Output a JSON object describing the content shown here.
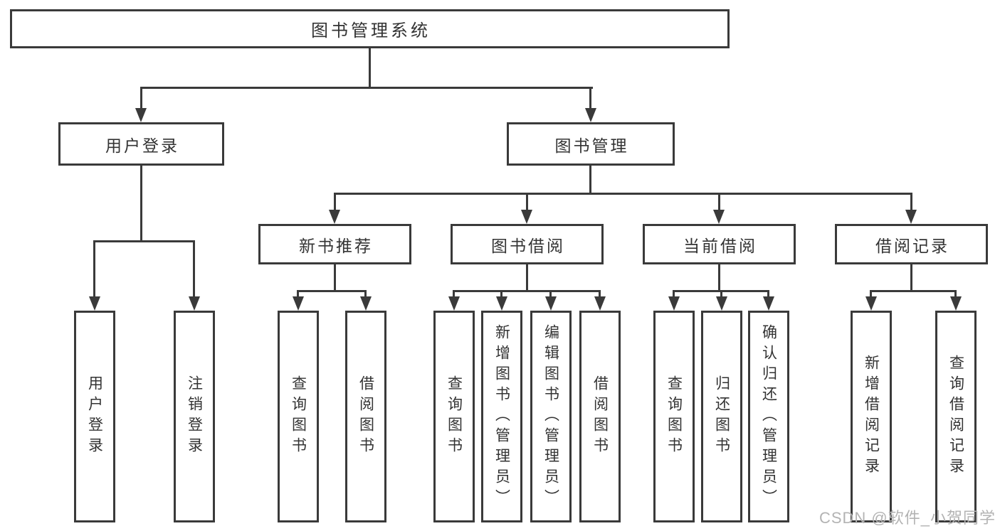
{
  "diagram": {
    "root": {
      "label": "图书管理系统"
    },
    "branches": [
      {
        "label": "用户登录",
        "children": [
          {
            "label": "用户登录"
          },
          {
            "label": "注销登录"
          }
        ]
      },
      {
        "label": "图书管理",
        "children": [
          {
            "label": "新书推荐",
            "children": [
              {
                "label": "查询图书"
              },
              {
                "label": "借阅图书"
              }
            ]
          },
          {
            "label": "图书借阅",
            "children": [
              {
                "label": "查询图书"
              },
              {
                "label": "新增图书（管理员）"
              },
              {
                "label": "编辑图书（管理员）"
              },
              {
                "label": "借阅图书"
              }
            ]
          },
          {
            "label": "当前借阅",
            "children": [
              {
                "label": "查询图书"
              },
              {
                "label": "归还图书"
              },
              {
                "label": "确认归还（管理员）"
              }
            ]
          },
          {
            "label": "借阅记录",
            "children": [
              {
                "label": "新增借阅记录"
              },
              {
                "label": "查询借阅记录"
              }
            ]
          }
        ]
      }
    ]
  },
  "watermark": {
    "text": "CSDN @软件_小贺同学"
  },
  "colors": {
    "line": "#3a3a3a",
    "text": "#333333",
    "box_fill": "#ffffff",
    "watermark": "#b3b3b3",
    "background": "#ffffff"
  }
}
